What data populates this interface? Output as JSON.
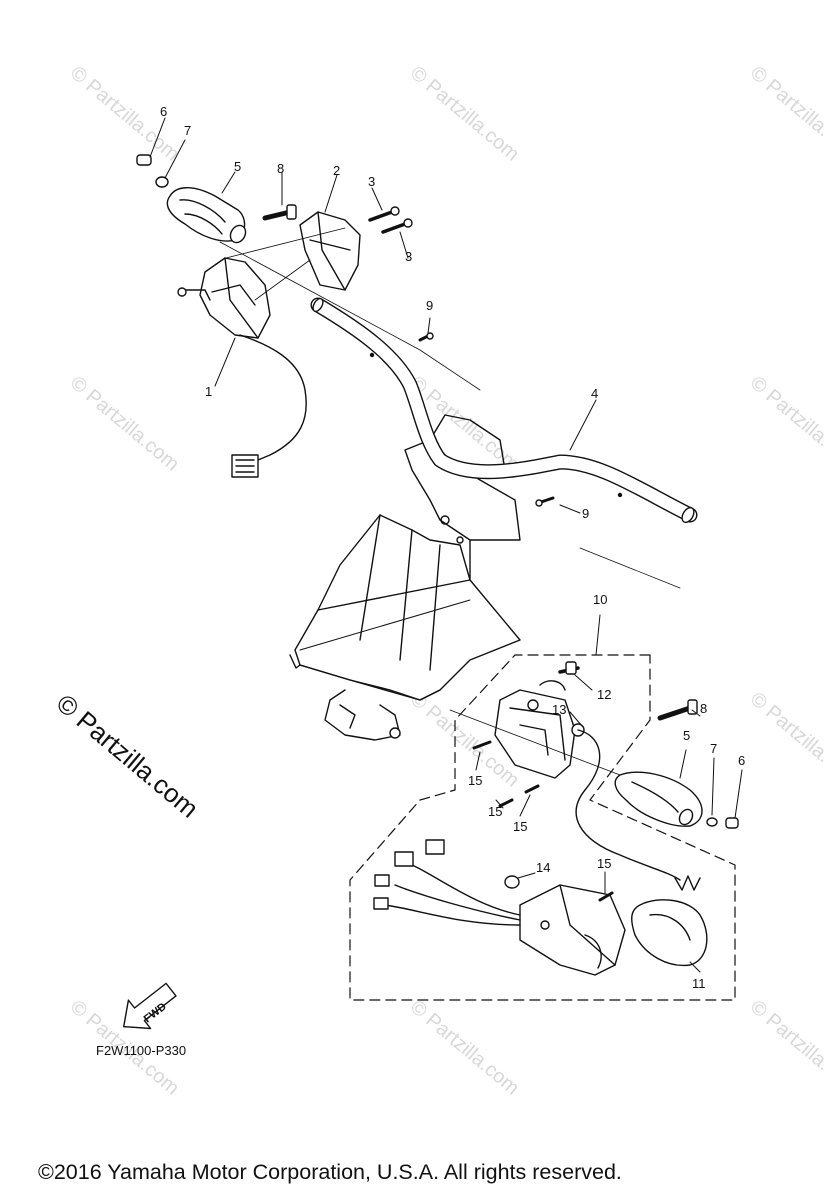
{
  "watermark_text": "© Partzilla.com",
  "main_watermark": "© Partzilla.com",
  "diagram_code": "F2W1100-P330",
  "fwd_label": "FWD",
  "copyright": "©2016 Yamaha Motor Corporation, U.S.A. All rights reserved.",
  "callouts": [
    "6",
    "7",
    "5",
    "8",
    "2",
    "3",
    "3",
    "9",
    "1",
    "4",
    "9",
    "10",
    "12",
    "13",
    "8",
    "5",
    "7",
    "6",
    "15",
    "15",
    "15",
    "14",
    "15",
    "11"
  ],
  "colors": {
    "line": "#111111",
    "watermark": "#d8d8d8",
    "background": "#ffffff"
  }
}
